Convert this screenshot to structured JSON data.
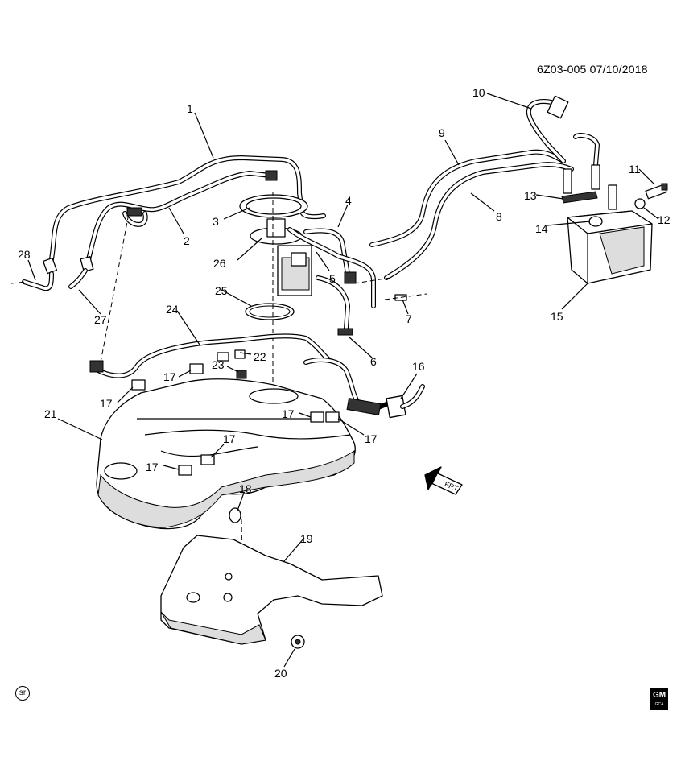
{
  "header": {
    "doc_id": "6Z03-005 07/10/2018"
  },
  "callouts": {
    "c1": "1",
    "c2": "2",
    "c3": "3",
    "c4": "4",
    "c5": "5",
    "c6": "6",
    "c7": "7",
    "c8": "8",
    "c9": "9",
    "c10": "10",
    "c11": "11",
    "c12": "12",
    "c13": "13",
    "c14": "14",
    "c15": "15",
    "c16": "16",
    "c17": "17",
    "c18": "18",
    "c19": "19",
    "c20": "20",
    "c21": "21",
    "c22": "22",
    "c23": "23",
    "c24": "24",
    "c25": "25",
    "c26": "26",
    "c27": "27",
    "c28": "28"
  },
  "front_indicator": {
    "label": "FRT"
  },
  "footer": {
    "sr_mark": "sr",
    "gm_logo_top": "GM",
    "gm_logo_bottom": "GCA"
  }
}
